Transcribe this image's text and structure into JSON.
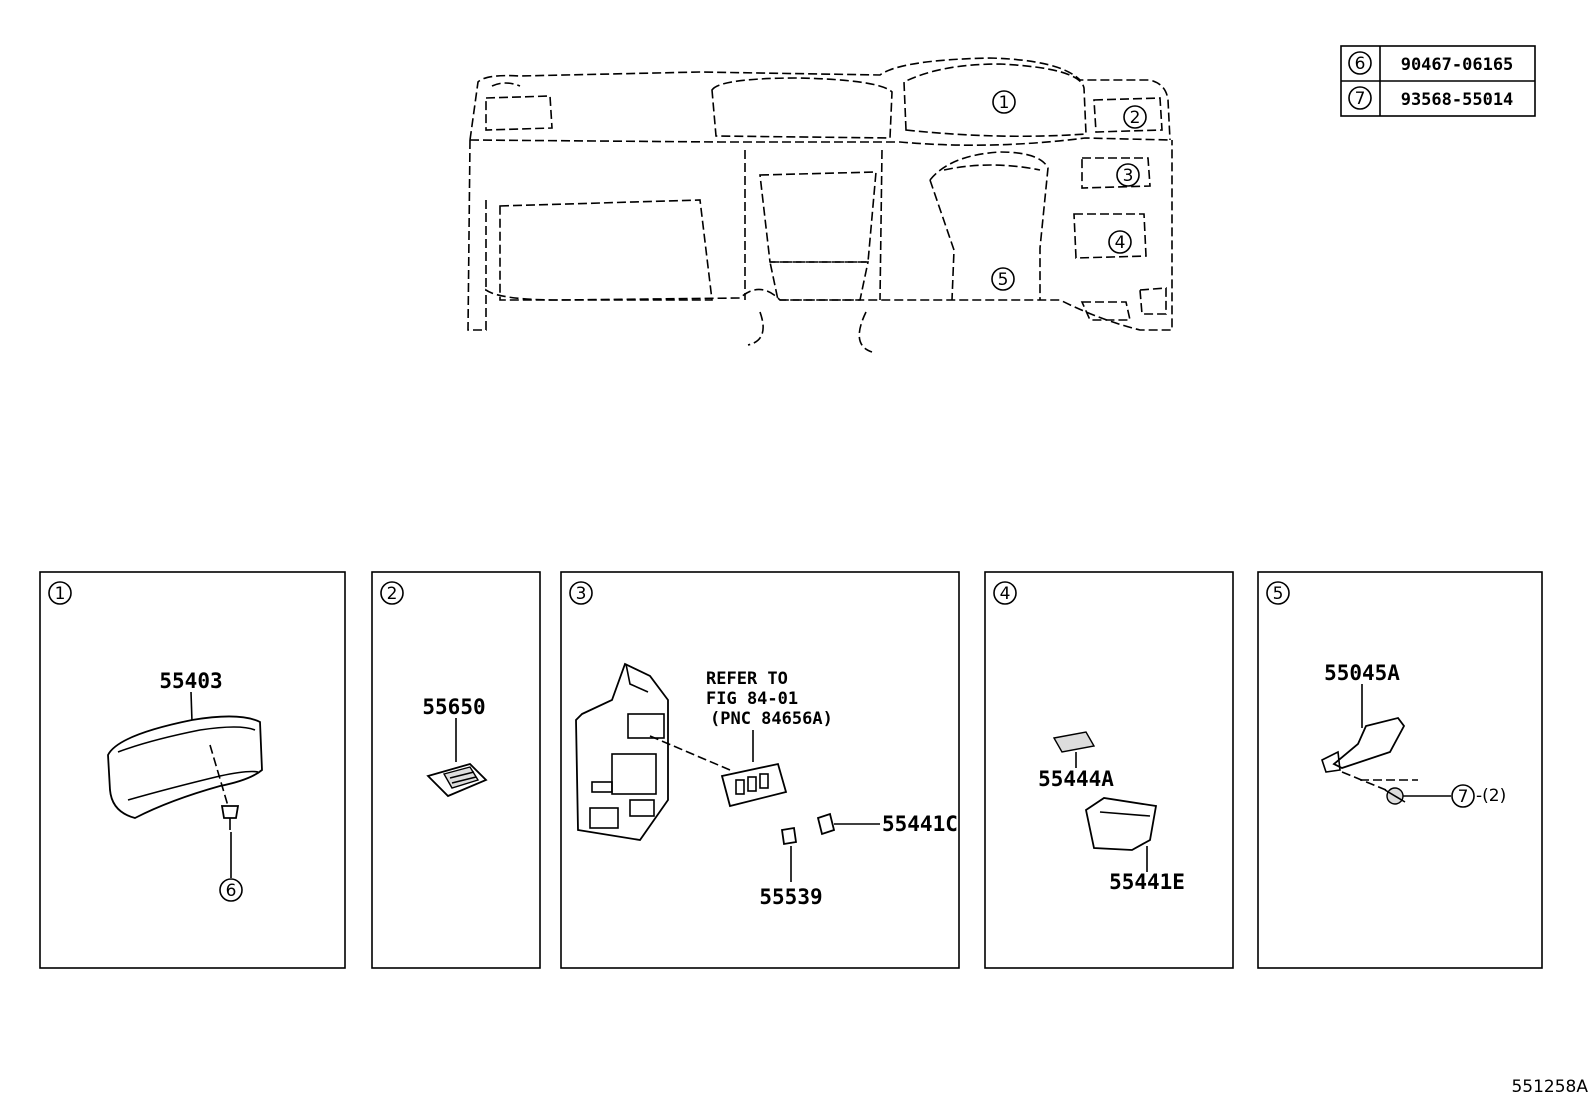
{
  "table": {
    "rows": [
      {
        "ref": "6",
        "part": "90467-06165"
      },
      {
        "ref": "7",
        "part": "93568-55014"
      }
    ]
  },
  "overview": {
    "callouts": [
      "1",
      "2",
      "3",
      "4",
      "5"
    ]
  },
  "panels": [
    {
      "id": "1",
      "labels": [
        "55403"
      ],
      "callout": "6"
    },
    {
      "id": "2",
      "labels": [
        "55650"
      ]
    },
    {
      "id": "3",
      "labels": [
        "55441C",
        "55539"
      ],
      "refer": [
        "REFER TO",
        "FIG 84-01",
        "(PNC 84656A)"
      ]
    },
    {
      "id": "4",
      "labels": [
        "55444A",
        "55441E"
      ]
    },
    {
      "id": "5",
      "labels": [
        "55045A"
      ],
      "callout": "7",
      "qty": "-(2)"
    }
  ],
  "footer": {
    "code": "551258A"
  }
}
